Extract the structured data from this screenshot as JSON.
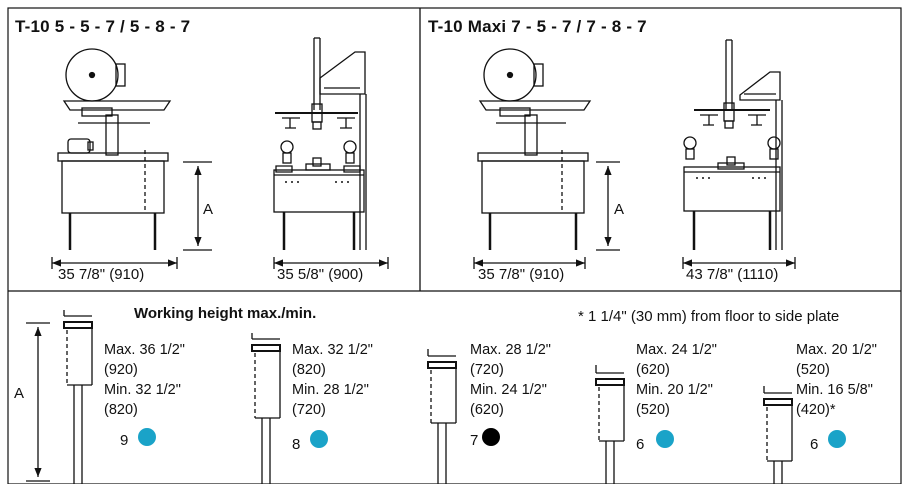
{
  "top_left": {
    "title": "T-10  5 - 5 - 7 / 5 - 8 - 7",
    "dim_side": "35 7/8\" (910)",
    "dim_front": "35 5/8\" (900)",
    "height_label": "A"
  },
  "top_right": {
    "title": "T-10 Maxi  7 - 5 - 7 / 7 - 8 - 7",
    "dim_side": "35 7/8\" (910)",
    "dim_front": "43 7/8\" (1110)",
    "height_label": "A"
  },
  "bottom": {
    "title": "Working height max./min.",
    "note": "* 1 1/4\" (30 mm) from floor to side plate",
    "height_label": "A",
    "columns": [
      {
        "max": "Max. 36 1/2\"",
        "max_mm": "(920)",
        "min": "Min. 32 1/2\"",
        "min_mm": "(820)",
        "level": "9",
        "dot_color": "#1aa3c8"
      },
      {
        "max": "Max. 32 1/2\"",
        "max_mm": "(820)",
        "min": "Min. 28 1/2\"",
        "min_mm": "(720)",
        "level": "8",
        "dot_color": "#1aa3c8"
      },
      {
        "max": "Max. 28 1/2\"",
        "max_mm": "(720)",
        "min": "Min. 24 1/2\"",
        "min_mm": "(620)",
        "level": "7",
        "dot_color": "#000000"
      },
      {
        "max": "Max. 24 1/2\"",
        "max_mm": "(620)",
        "min": "Min. 20 1/2\"",
        "min_mm": "(520)",
        "level": "6",
        "dot_color": "#1aa3c8"
      },
      {
        "max": "Max. 20 1/2\"",
        "max_mm": "(520)",
        "min": "Min. 16 5/8\"",
        "min_mm": "(420)*",
        "level": "6",
        "dot_color": "#1aa3c8"
      }
    ]
  }
}
